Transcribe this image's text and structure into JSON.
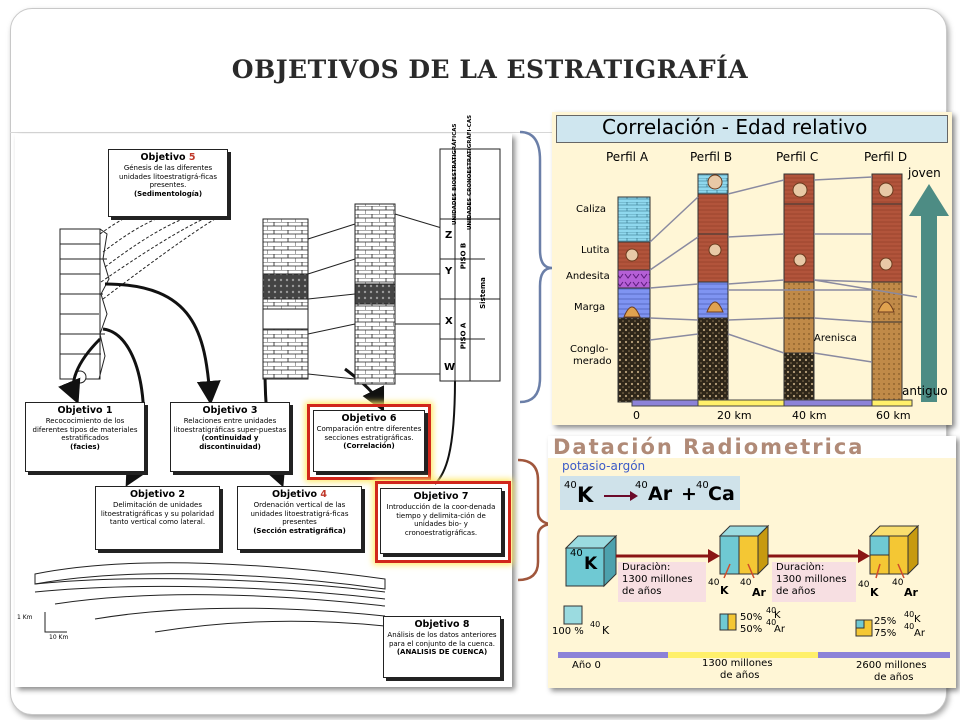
{
  "title": "OBJETIVOS DE LA  ESTRATIGRAFÍA",
  "left_figure": {
    "objectives": [
      {
        "label": "Objetivo",
        "num": "5",
        "text": "Génesis de las diferentes unidades litoestratigrá-ficas presentes.",
        "bold": "(Sedimentología)"
      },
      {
        "label": "Objetivo 1",
        "num": "",
        "text": "Recococimiento de los diferentes tipos de materiales estratificados",
        "bold": "(facies)"
      },
      {
        "label": "Objetivo 3",
        "num": "",
        "text": "Relaciones entre unidades litoestratigráficas super-puestas",
        "bold": "(continuidad y discontinuidad)"
      },
      {
        "label": "Objetivo 6",
        "num": "",
        "text": "Comparación entre diferentes secciones estratigráficas.",
        "bold": "(Correlación)"
      },
      {
        "label": "Objetivo 2",
        "num": "",
        "text": "Delimitación de unidades litoestratigráficas y su polaridad tanto vertical como lateral.",
        "bold": ""
      },
      {
        "label": "Objetivo",
        "num": "4",
        "text": "Ordenación vertical de las unidades litoestratigrá-ficas presentes",
        "bold": "(Sección estratigráfica)"
      },
      {
        "label": "Objetivo 7",
        "num": "",
        "text": "Introducción de la coor-denada tiempo y delimita-ción de unidades bio- y cronoestratigráficas.",
        "bold": ""
      },
      {
        "label": "Objetivo 8",
        "num": "",
        "text": "Análisis de los datos anteriores para el conjunto de la cuenca.",
        "bold": "(ANALISIS DE CUENCA)"
      }
    ],
    "column_headers": [
      "UNIDADES BIOESTRATIGRÁFICAS",
      "UNIDADES CRONOESTRATIGRÁFI-CAS"
    ],
    "zone_letters": [
      "Z",
      "Y",
      "X",
      "W"
    ],
    "piso_b": "PISO  B",
    "piso_a": "PISO  A",
    "sistema": "Sistema",
    "scale_v": "1 Km",
    "scale_h": "10 Km"
  },
  "correlacion": {
    "header": "Correlación - Edad relativo",
    "profiles": [
      "Perfil A",
      "Perfil B",
      "Perfil C",
      "Perfil D"
    ],
    "rock_labels": [
      "Caliza",
      "Lutita",
      "Andesita",
      "Marga",
      "Conglo-",
      "merado"
    ],
    "arenisca": "Arenisca",
    "joven": "joven",
    "antiguo": "antiguo",
    "scale_ticks": [
      "0",
      "20 km",
      "40 km",
      "60 km"
    ],
    "colors": {
      "header_bg": "#cfe6ef",
      "caliza": "#8fd8ee",
      "lutita": "#b2543b",
      "andesita": "#b55fd6",
      "marga": "#7f94f2",
      "conglomerado": "#2e2619",
      "arenisca": "#c08a48",
      "background": "#fff6d6",
      "arrow": "#4d8c84"
    }
  },
  "datacion": {
    "header": "Datación Radiometrica",
    "subtitle": "potasio-argón",
    "equation": {
      "k_mass": "40",
      "k": "K",
      "ar_mass": "40",
      "ar": "Ar",
      "plus": "+",
      "ca_mass": "40",
      "ca": "Ca"
    },
    "box_k": {
      "mass": "40",
      "sym": "K"
    },
    "duration_1": [
      "Duraciòn:",
      "1300 millones",
      "de años"
    ],
    "duration_2": [
      "Duraciòn:",
      "1300 millones",
      "de años"
    ],
    "legend": [
      {
        "pct": "100 %",
        "mass": "40",
        "sym": "K"
      },
      {
        "pct": "50%",
        "mass": "40",
        "sym": "K"
      },
      {
        "pct": "50%",
        "mass": "40",
        "sym": "Ar"
      },
      {
        "pct": "25%",
        "mass": "40",
        "sym": "K"
      },
      {
        "pct": "75%",
        "mass": "40",
        "sym": "Ar"
      }
    ],
    "cube_labels": [
      {
        "mass": "40",
        "sym": "K"
      },
      {
        "mass": "40",
        "sym": "Ar"
      },
      {
        "mass": "40",
        "sym": "K"
      },
      {
        "mass": "40",
        "sym": "Ar"
      }
    ],
    "timeline": [
      "Año 0",
      "1300 millones",
      "de años",
      "2600 millones",
      "de años"
    ]
  }
}
